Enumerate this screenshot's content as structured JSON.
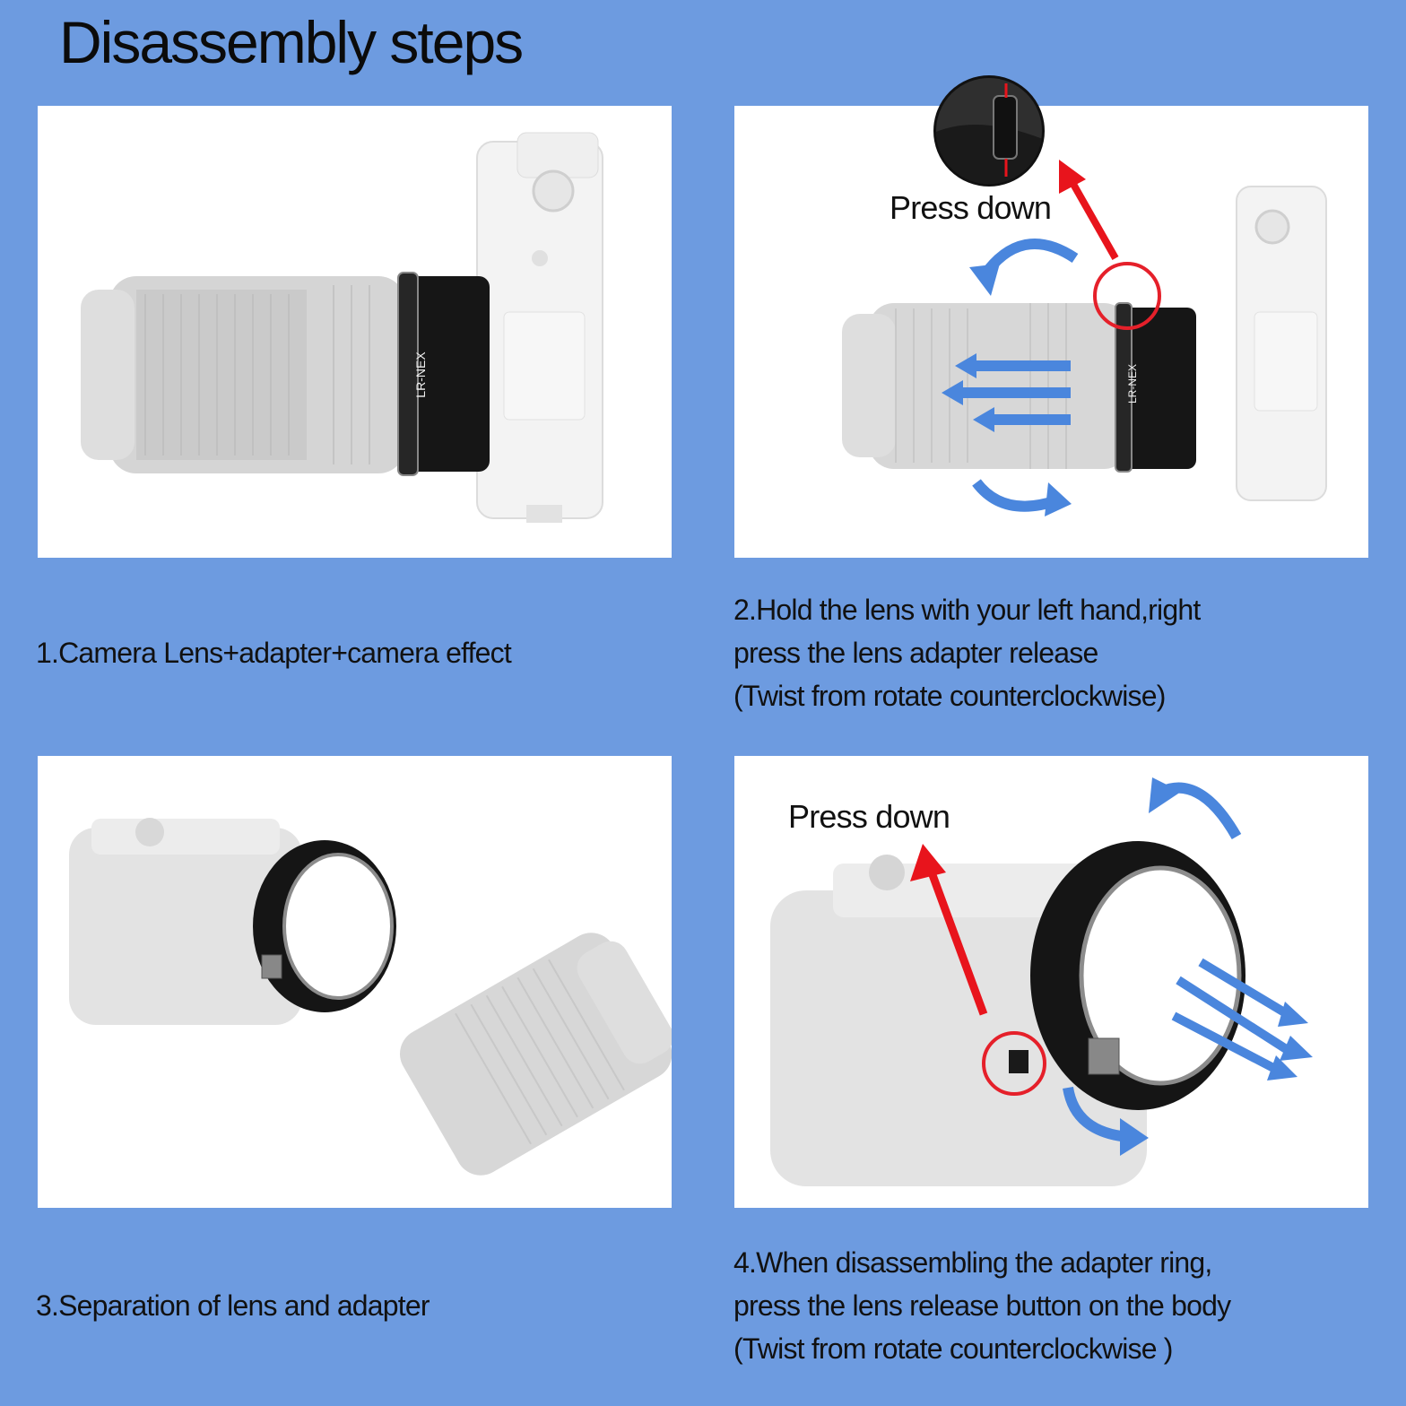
{
  "title": "Disassembly steps",
  "steps": [
    {
      "caption_lines": [
        "1.Camera Lens+adapter+camera effect"
      ],
      "adapter_label": "LR-NEX"
    },
    {
      "caption_lines": [
        "2.Hold the lens with your left hand,right",
        "press the lens adapter release",
        "(Twist from rotate counterclockwise)"
      ],
      "press_label": "Press down",
      "adapter_label": "LR-NEX"
    },
    {
      "caption_lines": [
        "3.Separation of lens and adapter"
      ]
    },
    {
      "caption_lines": [
        "4.When disassembling the adapter ring,",
        "press the lens release button on the body",
        "(Twist from rotate counterclockwise )"
      ],
      "press_label": "Press down"
    }
  ],
  "colors": {
    "background": "#6d9be0",
    "arrow_blue": "#4a86dd",
    "arrow_red": "#e8141c",
    "highlight_circle": "#e5202a"
  },
  "icons": [
    "red-arrow-icon",
    "blue-rotate-arrow-icon",
    "blue-pull-arrow-icon",
    "highlight-circle-icon"
  ]
}
